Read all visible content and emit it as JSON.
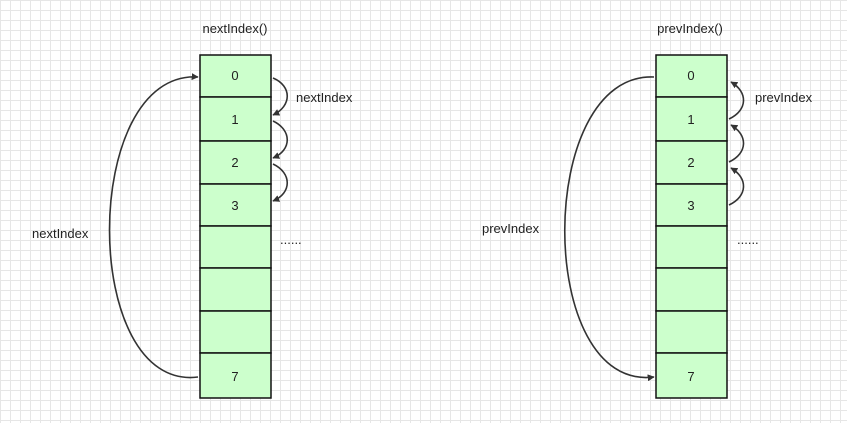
{
  "left": {
    "title": "nextIndex()",
    "cells": [
      "0",
      "1",
      "2",
      "3",
      "",
      "",
      "",
      "7"
    ],
    "small_arrow_label": "nextIndex",
    "big_arrow_label": "nextIndex",
    "ellipsis": "......"
  },
  "right": {
    "title": "prevIndex()",
    "cells": [
      "0",
      "1",
      "2",
      "3",
      "",
      "",
      "",
      "7"
    ],
    "small_arrow_label": "prevIndex",
    "big_arrow_label": "prevIndex",
    "ellipsis": "......"
  },
  "colors": {
    "cell_fill": "#ccffcc",
    "cell_stroke": "#111111",
    "arrow": "#333333",
    "grid": "#e6e6e6"
  }
}
